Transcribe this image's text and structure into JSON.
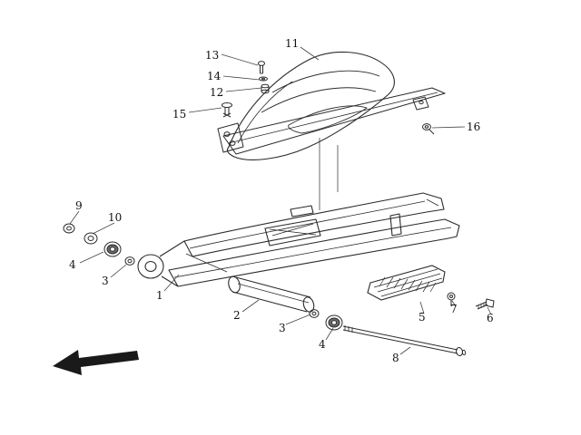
{
  "meta": {
    "background_color": "#ffffff",
    "line_color": "#2b2b2b",
    "label_color": "#111111"
  },
  "diagram": {
    "kind": "exploded-parts-diagram",
    "callouts": [
      {
        "label": "13"
      },
      {
        "label": "14"
      },
      {
        "label": "12"
      },
      {
        "label": "15"
      },
      {
        "label": "11"
      },
      {
        "label": "16"
      },
      {
        "label": "9"
      },
      {
        "label": "10"
      },
      {
        "label": "4"
      },
      {
        "label": "3"
      },
      {
        "label": "1"
      },
      {
        "label": "2"
      },
      {
        "label": "3"
      },
      {
        "label": "4"
      },
      {
        "label": "8"
      },
      {
        "label": "5"
      },
      {
        "label": "7"
      },
      {
        "label": "6"
      }
    ],
    "icons": {
      "direction_arrow": "left-arrow"
    }
  }
}
